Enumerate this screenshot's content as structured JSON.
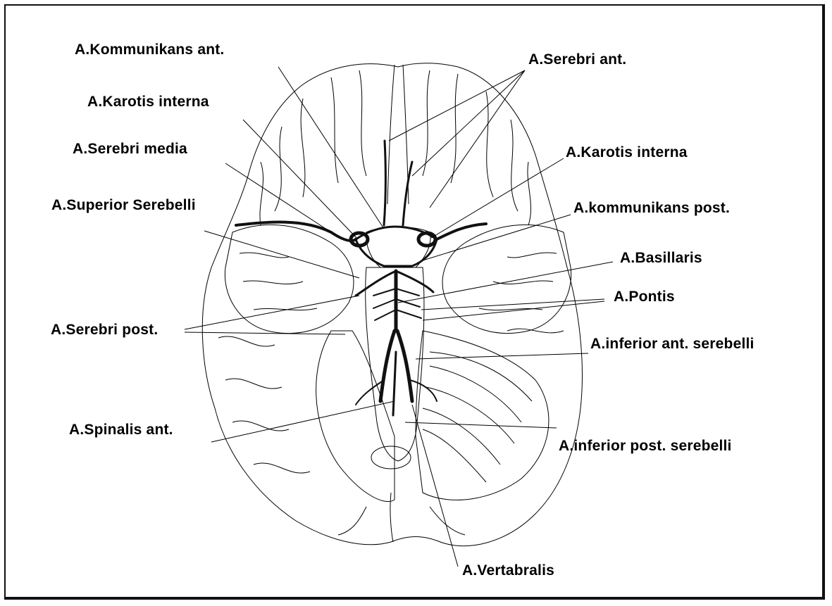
{
  "diagram": {
    "labels": {
      "kommunikans_ant": "A.Kommunikans ant.",
      "karotis_interna_left": "A.Karotis interna",
      "serebri_media": "A.Serebri media",
      "superior_serebelli": "A.Superior Serebelli",
      "serebri_post": "A.Serebri post.",
      "spinalis_ant": "A.Spinalis ant.",
      "serebri_ant": "A.Serebri ant.",
      "karotis_interna_right": "A.Karotis interna",
      "kommunikans_post": "A.kommunikans post.",
      "basillaris": "A.Basillaris",
      "pontis": "A.Pontis",
      "inferior_ant_serebelli": "A.inferior ant. serebelli",
      "inferior_post_serebelli": "A.inferior post. serebelli",
      "vertabralis": "A.Vertabralis"
    },
    "colors": {
      "line": "#000000",
      "vessel": "#111111",
      "background": "#ffffff"
    }
  }
}
